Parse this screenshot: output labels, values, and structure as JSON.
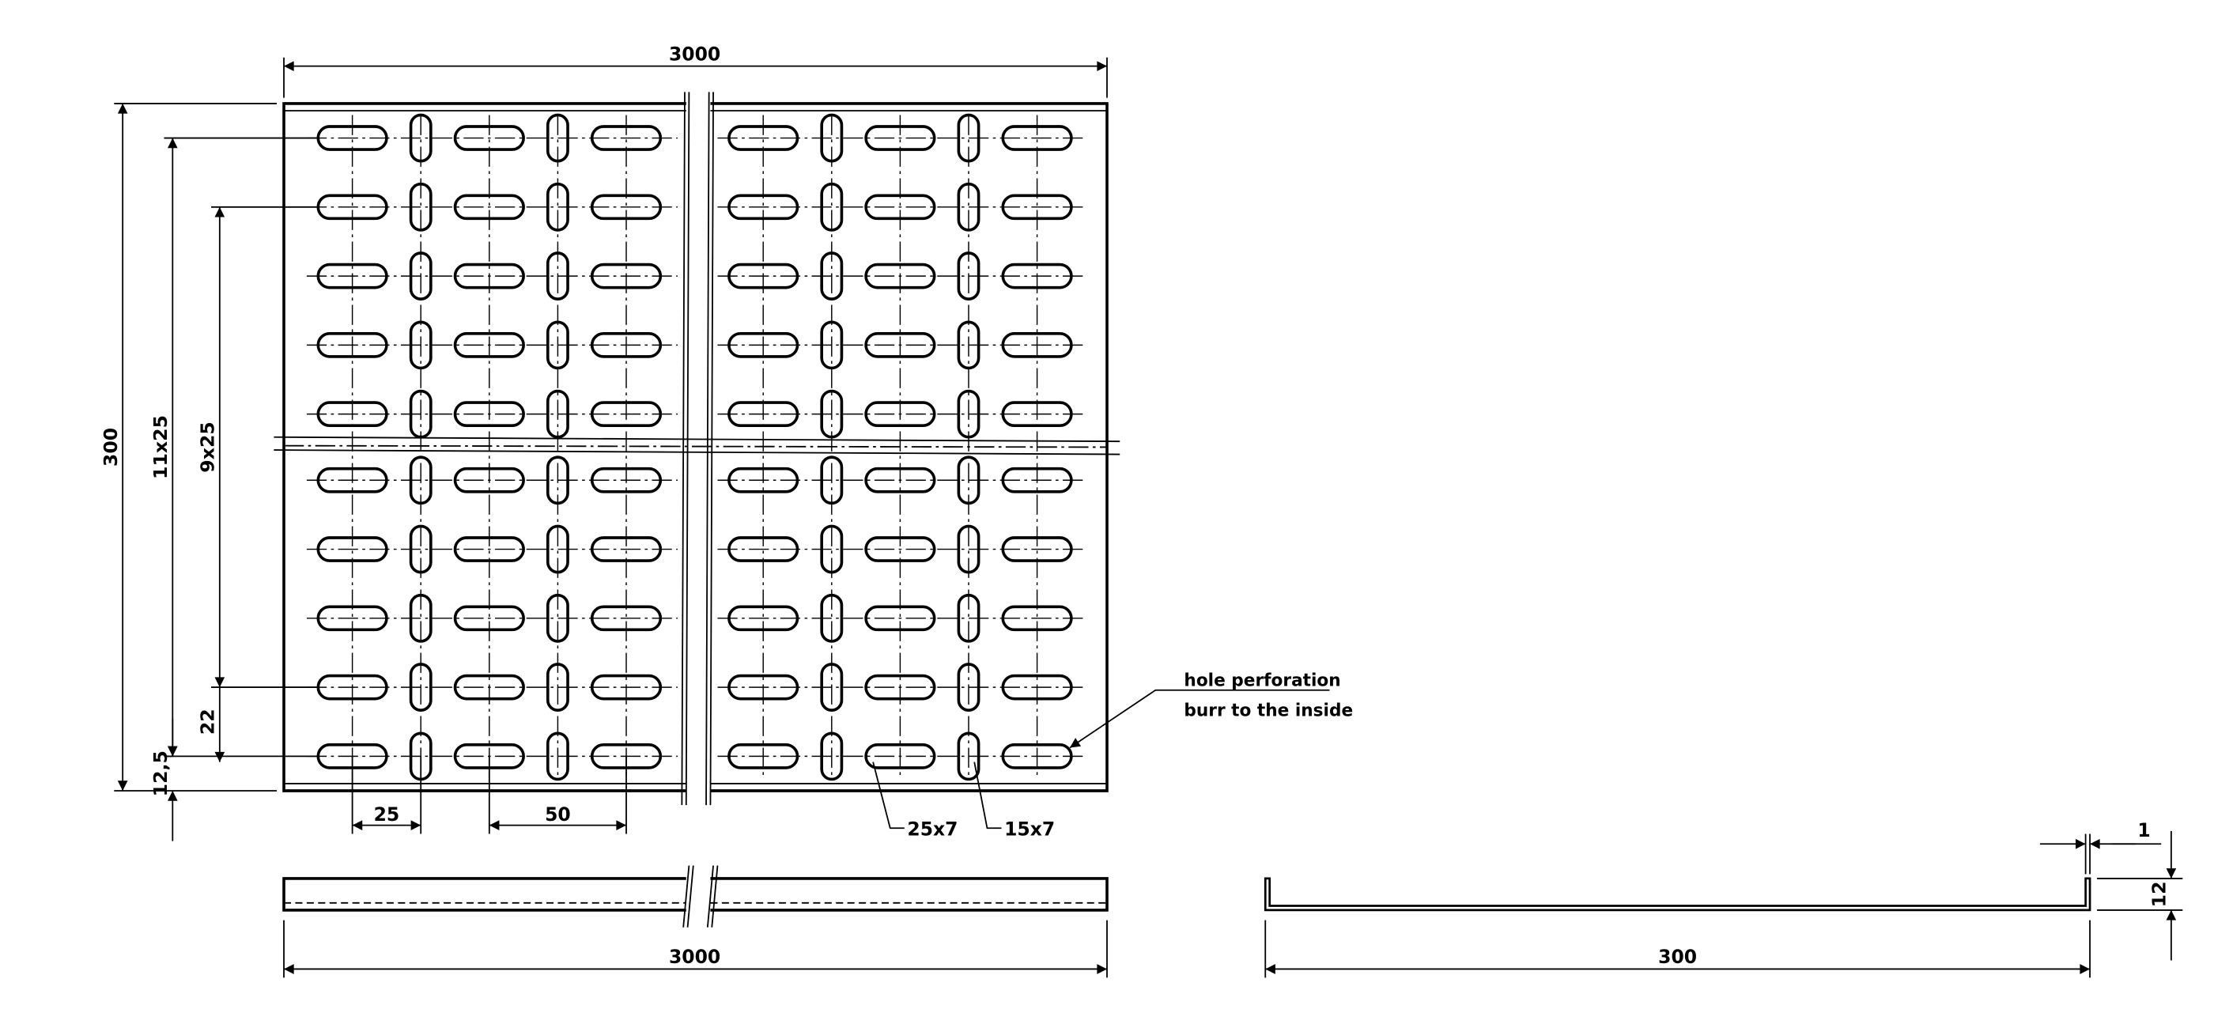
{
  "drawing": {
    "top_view": {
      "length_label": "3000",
      "width_label": "300",
      "row_span_outer_label": "11x25",
      "row_span_inner_label": "9x25",
      "offset_22_label": "22",
      "offset_12_5_label": "12,5",
      "pitch_25_label": "25",
      "pitch_50_label": "50",
      "slot_long_label": "25x7",
      "slot_short_label": "15x7",
      "note_line_1": "hole perforation",
      "note_line_2": "burr to the inside"
    },
    "side_view": {
      "length_label": "3000"
    },
    "end_view": {
      "width_label": "300",
      "height_label": "12",
      "thickness_label": "1"
    }
  }
}
